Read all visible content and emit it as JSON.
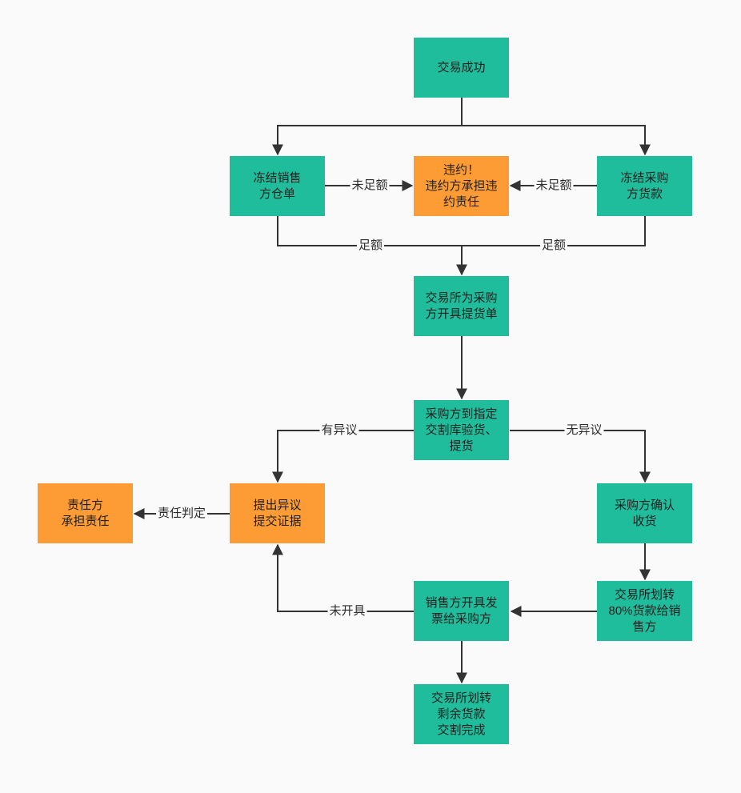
{
  "diagram": {
    "nodes": {
      "trade_success": "交易成功",
      "freeze_sales_warrant": "冻结销售\n方仓单",
      "breach": "违约！\n违约方承担违\n约责任",
      "freeze_purchase_payment": "冻结采购\n方货款",
      "issue_delivery_note": "交易所为采购\n方开具提货单",
      "inspect_pickup": "采购方到指定\n交割库验货、\n提货",
      "raise_objection": "提出异议\n提交证据",
      "liable_party": "责任方\n承担责任",
      "confirm_receipt": "采购方确认\n收货",
      "transfer_80": "交易所划转\n80%货款给销\n售方",
      "seller_invoice": "销售方开具发\n票给采购方",
      "transfer_rest": "交易所划转\n剩余货款\n交割完成"
    },
    "edge_labels": {
      "insufficient_left": "未足额",
      "insufficient_right": "未足额",
      "sufficient_left": "足额",
      "sufficient_right": "足额",
      "has_objection": "有异议",
      "no_objection": "无异议",
      "liability_ruling": "责任判定",
      "not_issued": "未开具"
    },
    "colors": {
      "process": "#20bd9c",
      "exception": "#fd9c35",
      "line": "#333333",
      "background": "#fafafa"
    }
  }
}
